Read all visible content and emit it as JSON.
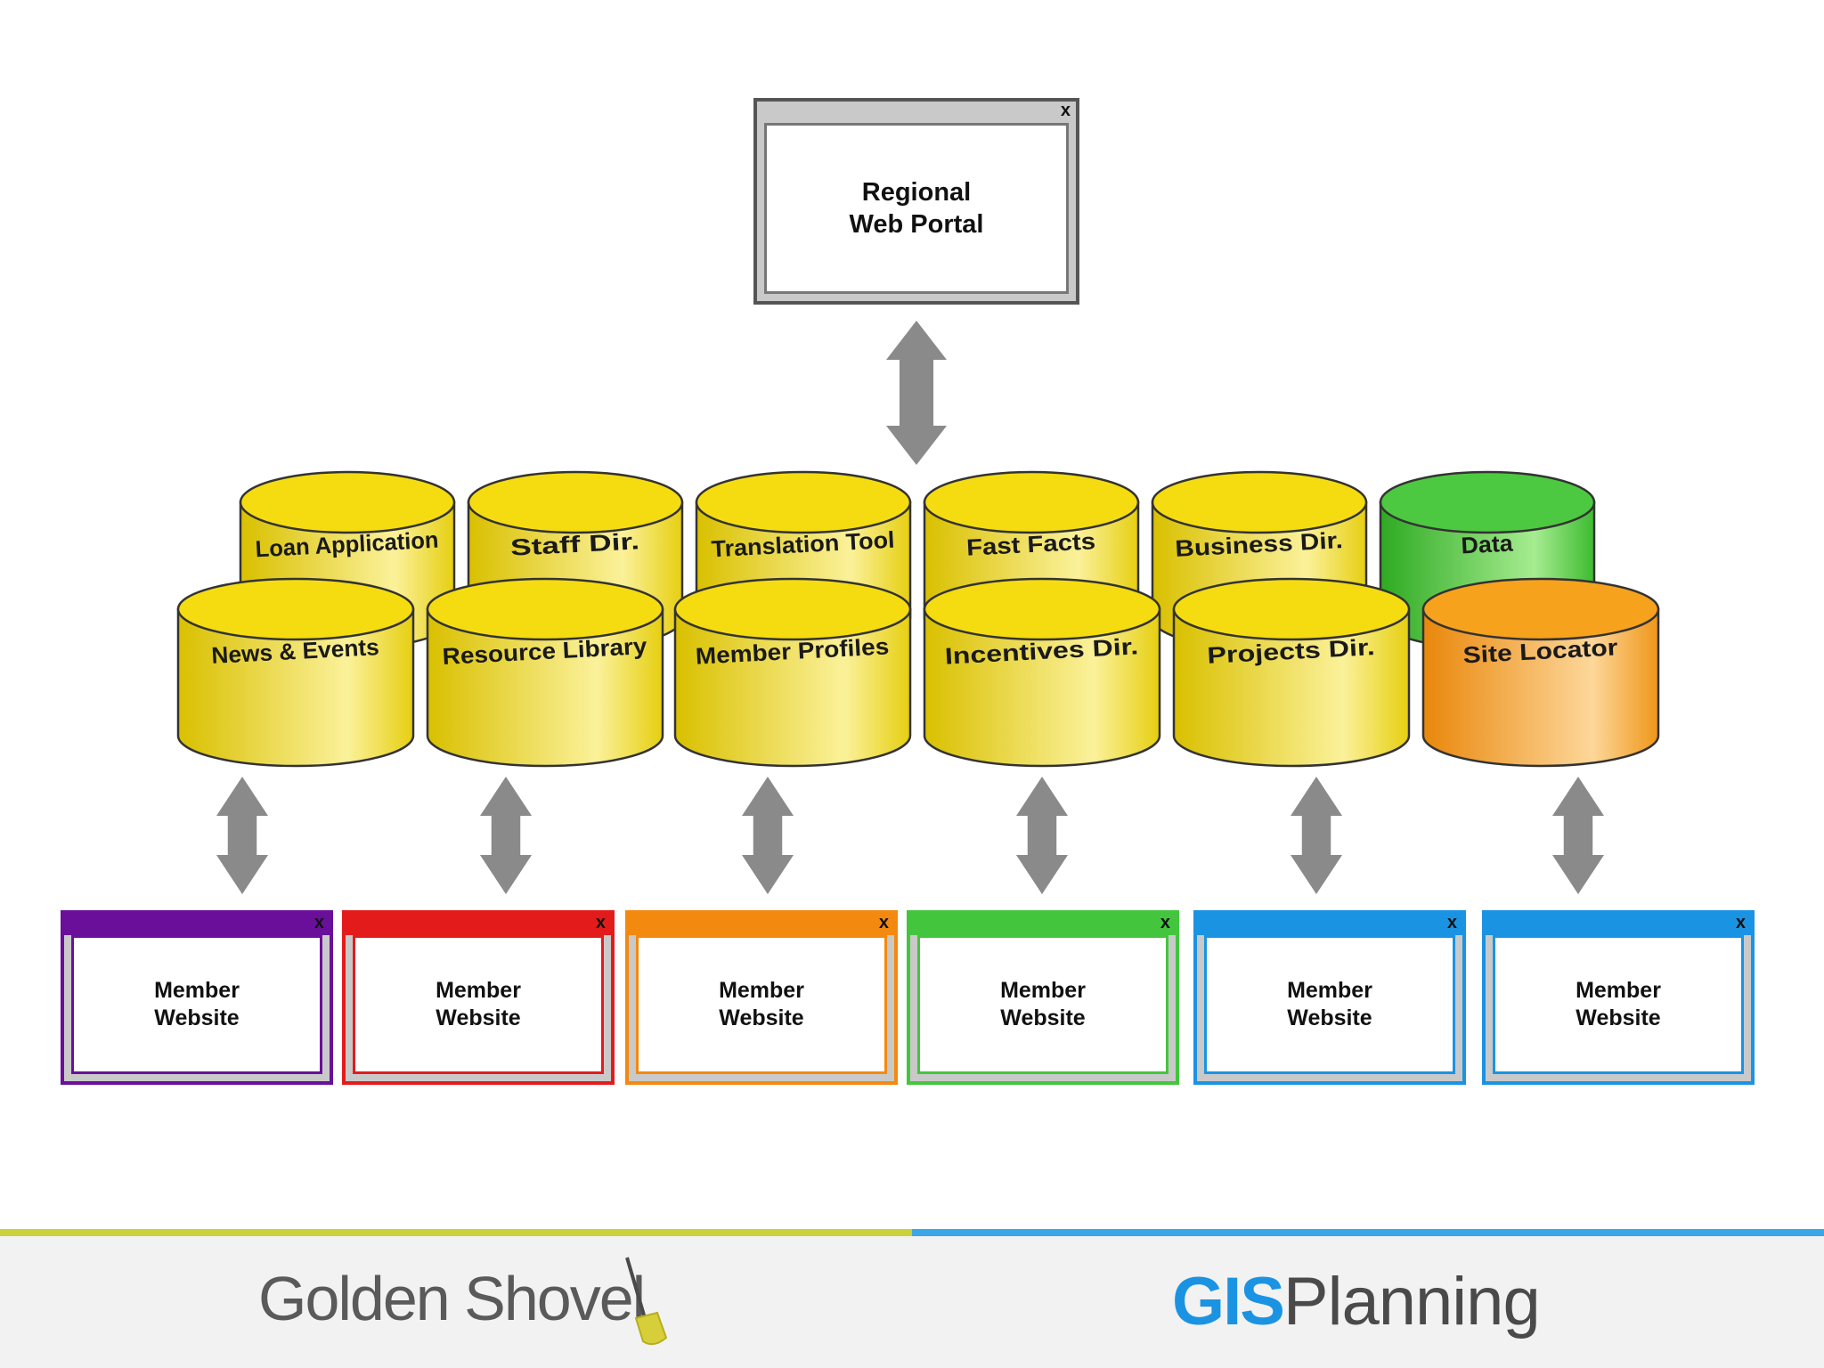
{
  "portal": {
    "title": "Regional\nWeb Portal",
    "close": "x"
  },
  "modules_back": [
    {
      "label": "Loan Application",
      "color": "yellow"
    },
    {
      "label": "Staff Dir.",
      "color": "yellow"
    },
    {
      "label": "Translation Tool",
      "color": "yellow"
    },
    {
      "label": "Fast Facts",
      "color": "yellow"
    },
    {
      "label": "Business Dir.",
      "color": "yellow"
    },
    {
      "label": "Data",
      "color": "green"
    }
  ],
  "modules_front": [
    {
      "label": "News & Events",
      "color": "yellow"
    },
    {
      "label": "Resource Library",
      "color": "yellow"
    },
    {
      "label": "Member Profiles",
      "color": "yellow"
    },
    {
      "label": "Incentives Dir.",
      "color": "yellow"
    },
    {
      "label": "Projects Dir.",
      "color": "yellow"
    },
    {
      "label": "Site Locator",
      "color": "orange"
    }
  ],
  "member_sites": [
    {
      "label": "Member\nWebsite",
      "close": "x",
      "color": "#6a0f9a"
    },
    {
      "label": "Member\nWebsite",
      "close": "x",
      "color": "#e41b1b"
    },
    {
      "label": "Member\nWebsite",
      "close": "x",
      "color": "#f3890f"
    },
    {
      "label": "Member\nWebsite",
      "close": "x",
      "color": "#43c63d"
    },
    {
      "label": "Member\nWebsite",
      "close": "x",
      "color": "#1b93e3"
    },
    {
      "label": "Member\nWebsite",
      "close": "x",
      "color": "#1b93e3"
    }
  ],
  "colors": {
    "yellow": "#f5dc10",
    "green": "#4cc940",
    "orange": "#f7a21c",
    "arrow": "#8a8a8a",
    "stripe_left": "#c9d23a",
    "stripe_right": "#3aa6e6",
    "gis_blue": "#1b93e3"
  },
  "footer": {
    "left_logo": "Golden Shovel",
    "right_logo_bold": "GIS",
    "right_logo_light": "Planning"
  }
}
